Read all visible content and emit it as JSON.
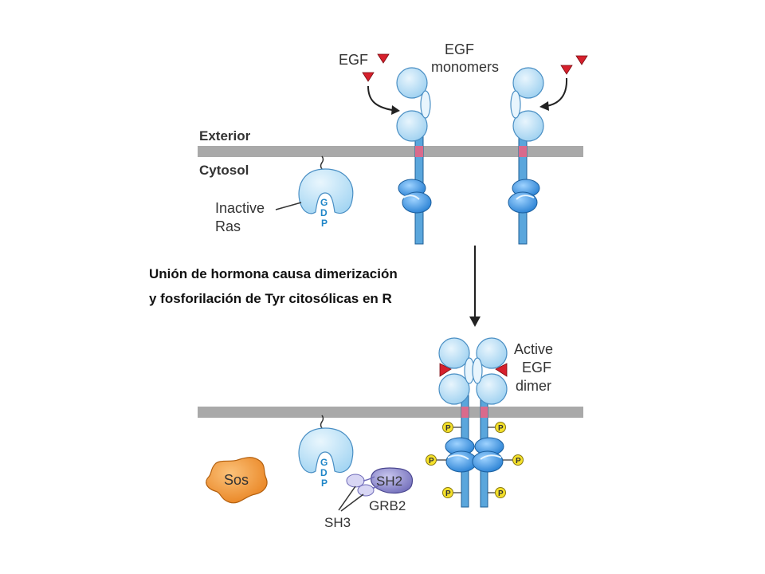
{
  "labels": {
    "egf": "EGF",
    "egf_monomers_line1": "EGF",
    "egf_monomers_line2": "monomers",
    "exterior": "Exterior",
    "cytosol": "Cytosol",
    "inactive_ras_line1": "Inactive",
    "inactive_ras_line2": "Ras",
    "gdp": [
      "G",
      "D",
      "P"
    ],
    "active_line1": "Active",
    "active_line2": "EGF",
    "active_line3": "dimer",
    "sos": "Sos",
    "sh2": "SH2",
    "grb2": "GRB2",
    "sh3": "SH3",
    "phosphate": "P"
  },
  "caption": {
    "line1": "Unión de hormona causa dimerización",
    "line2": "y fosforilación de Tyr citosólicas en R"
  },
  "colors": {
    "membrane": "#a9a9a9",
    "domain_fill": "#b9def5",
    "domain_stroke": "#3b8fd0",
    "kinase": "#2f8fe0",
    "egf_red": "#d6202c",
    "phosphate": "#f5e12a",
    "sos": "#f0922c",
    "grb2": "#8a87c9"
  }
}
